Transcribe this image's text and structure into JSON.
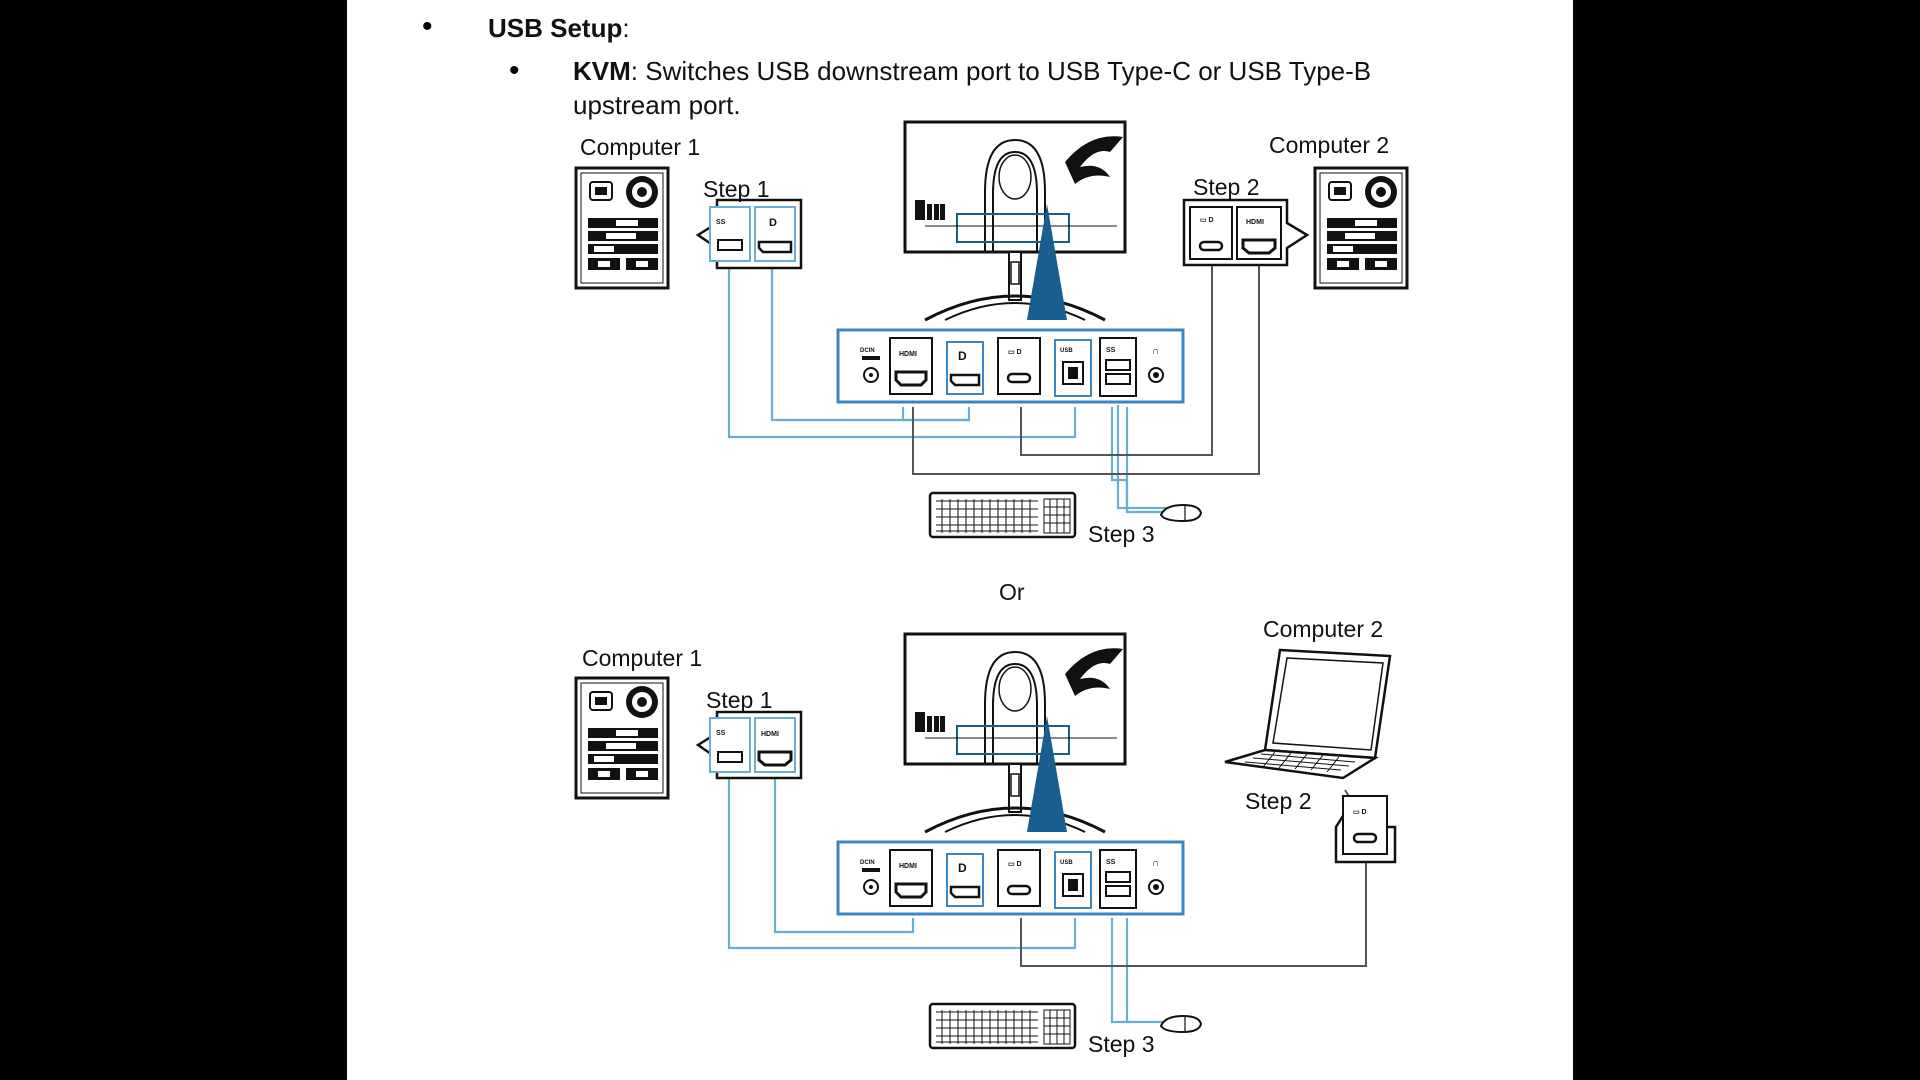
{
  "heading": {
    "bullet": "•",
    "title": "USB Setup",
    "suffix": ":"
  },
  "kvm": {
    "bullet": "•",
    "term": "KVM",
    "colon": ":",
    "desc_line1": " Switches USB downstream port to USB Type-C or USB Type-B",
    "desc_line2": "upstream port."
  },
  "diagram1": {
    "computer1": "Computer 1",
    "computer2": "Computer 2",
    "step1": "Step 1",
    "step2": "Step 2",
    "step3": "Step 3"
  },
  "or_label": "Or",
  "diagram2": {
    "computer1": "Computer 1",
    "computer2": "Computer 2",
    "step1": "Step 1",
    "step2": "Step 2",
    "step3": "Step 3"
  },
  "ports": {
    "dcin": "DCIN",
    "hdmi": "HDMI",
    "usb": "USB",
    "ss": "SS"
  },
  "colors": {
    "cable": "#6aaed6",
    "monitor_blue": "#1a5d8f",
    "port_frame": "#3b86c4"
  }
}
